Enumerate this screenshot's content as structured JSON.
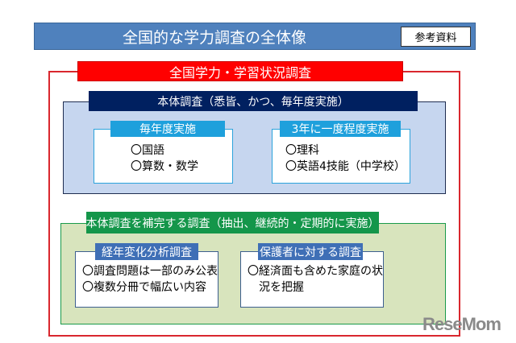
{
  "title": "全国的な学力調査の全体像",
  "reference_label": "参考資料",
  "survey": {
    "title": "全国学力・学習状況調査",
    "main": {
      "title": "本体調査（悉皆、かつ、毎年度実施）",
      "annual": {
        "title": "毎年度実施",
        "items": [
          "〇国語",
          "〇算数・数学"
        ]
      },
      "triennial": {
        "title": "3年に一度程度実施",
        "items": [
          "〇理科",
          "〇英語4技能（中学校）"
        ]
      }
    },
    "supplement": {
      "title": "本体調査を補完する調査（抽出、継続的・定期的に実施）",
      "trend": {
        "title": "経年変化分析調査",
        "items": [
          "〇調査問題は一部のみ公表",
          "〇複数分冊で幅広い内容"
        ]
      },
      "parents": {
        "title": "保護者に対する調査",
        "items": [
          "〇経済面も含めた家庭の状",
          "　況を把握"
        ]
      }
    }
  },
  "watermark": "ReseMom",
  "colors": {
    "title_bar": "#4f81bd",
    "red": "#ff0000",
    "navy": "#002060",
    "light_blue": "#1ea0dc",
    "green": "#14964a"
  }
}
